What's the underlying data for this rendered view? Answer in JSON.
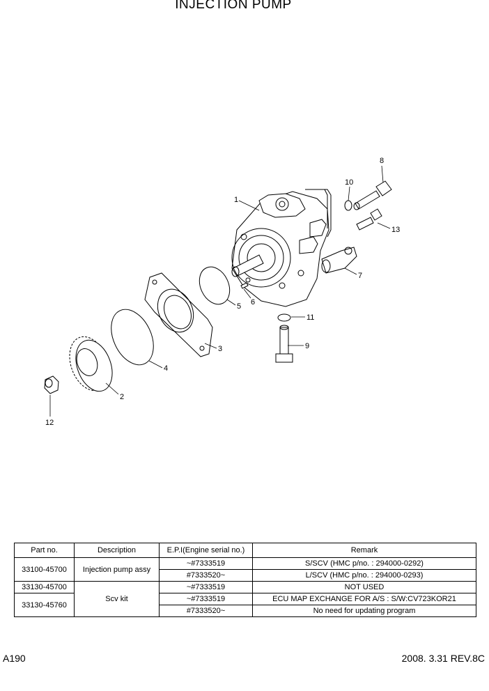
{
  "title": "INJECTION PUMP",
  "callouts": [
    "1",
    "2",
    "3",
    "4",
    "5",
    "6",
    "7",
    "8",
    "9",
    "10",
    "11",
    "12",
    "13"
  ],
  "table": {
    "headers": [
      "Part no.",
      "Description",
      "E.P.I(Engine serial no.)",
      "Remark"
    ],
    "rows": [
      {
        "part": "33100-45700",
        "desc": "Injection pump assy",
        "epi": [
          "~#7333519",
          "#7333520~"
        ],
        "remark": [
          "S/SCV (HMC p/no. : 294000-0292)",
          "L/SCV (HMC p/no. : 294000-0293)"
        ]
      },
      {
        "part": "33130-45700",
        "desc": "Scv kit",
        "epi": "~#7333519",
        "remark": "NOT USED"
      },
      {
        "part": "33130-45760",
        "epi": [
          "~#7333519",
          "#7333520~"
        ],
        "remark": [
          "ECU MAP EXCHANGE FOR A/S : S/W:CV723KOR21",
          "No need for updating program"
        ]
      }
    ]
  },
  "footer": {
    "page": "A190",
    "revision": "2008. 3.31 REV.8C"
  }
}
